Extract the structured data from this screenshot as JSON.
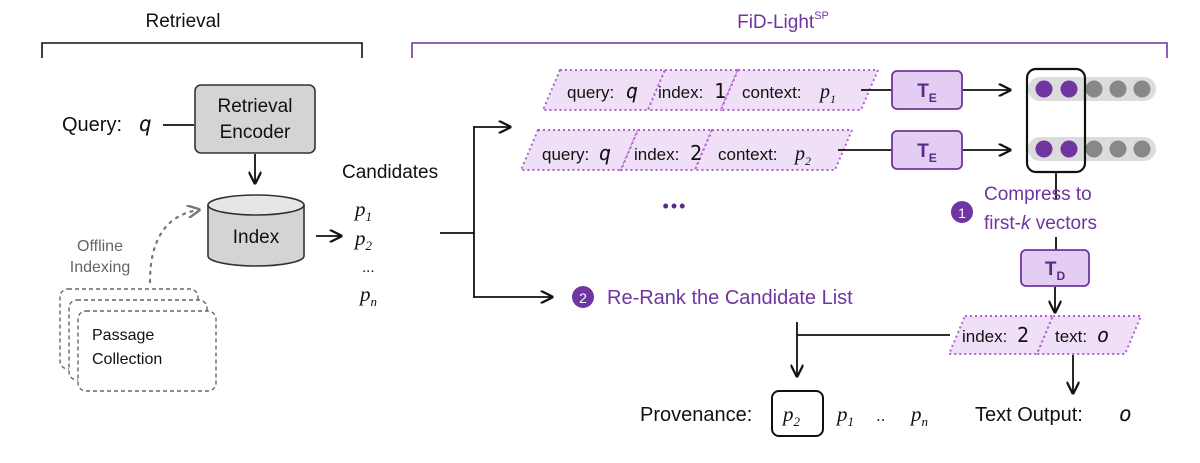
{
  "retrieval": {
    "title": "Retrieval",
    "query_label": "Query:",
    "query_var": "q",
    "encoder_line1": "Retrieval",
    "encoder_line2": "Encoder",
    "index_label": "Index",
    "offline_line1": "Offline",
    "offline_line2": "Indexing",
    "collection_line1": "Passage",
    "collection_line2": "Collection"
  },
  "candidates": {
    "title": "Candidates",
    "p1": "p",
    "p1_sub": "1",
    "p2": "p",
    "p2_sub": "2",
    "dots": "...",
    "pn": "p",
    "pn_sub": "n"
  },
  "fid": {
    "title": "FiD-Light",
    "title_sup": "SP",
    "input1": {
      "query_label": "query:",
      "query_var": "q",
      "index_label": "index:",
      "index_val": "1",
      "context_label": "context:",
      "context_var": "p",
      "context_sub": "1"
    },
    "input2": {
      "query_label": "query:",
      "query_var": "q",
      "index_label": "index:",
      "index_val": "2",
      "context_label": "context:",
      "context_var": "p",
      "context_sub": "2"
    },
    "ellipsis": "•••",
    "encoder_T": "T",
    "encoder_sub": "E",
    "decoder_T": "T",
    "decoder_sub": "D",
    "step1_num": "1",
    "step1_line1": "Compress to",
    "step1_line2a": "first-",
    "step1_line2k": "k",
    "step1_line2b": " vectors",
    "step2_num": "2",
    "step2_text": "Re-Rank the Candidate List",
    "output": {
      "index_label": "index:",
      "index_val": "2",
      "text_label": "text:",
      "text_var": "o"
    },
    "provenance_label": "Provenance:",
    "prov_p2": "p",
    "prov_p2_sub": "2",
    "prov_p1": "p",
    "prov_p1_sub": "1",
    "prov_dots": "..",
    "prov_pn": "p",
    "prov_pn_sub": "n",
    "text_output_label": "Text Output:",
    "text_output_var": "o"
  },
  "colors": {
    "purple": "#6f35a0",
    "purple_dark": "#5a2b86",
    "lavender": "#efe0f7",
    "dotted_border": "#b45fd0",
    "gray_fill": "#d4d4d4",
    "dot_gray": "#888888",
    "black": "#111111"
  }
}
